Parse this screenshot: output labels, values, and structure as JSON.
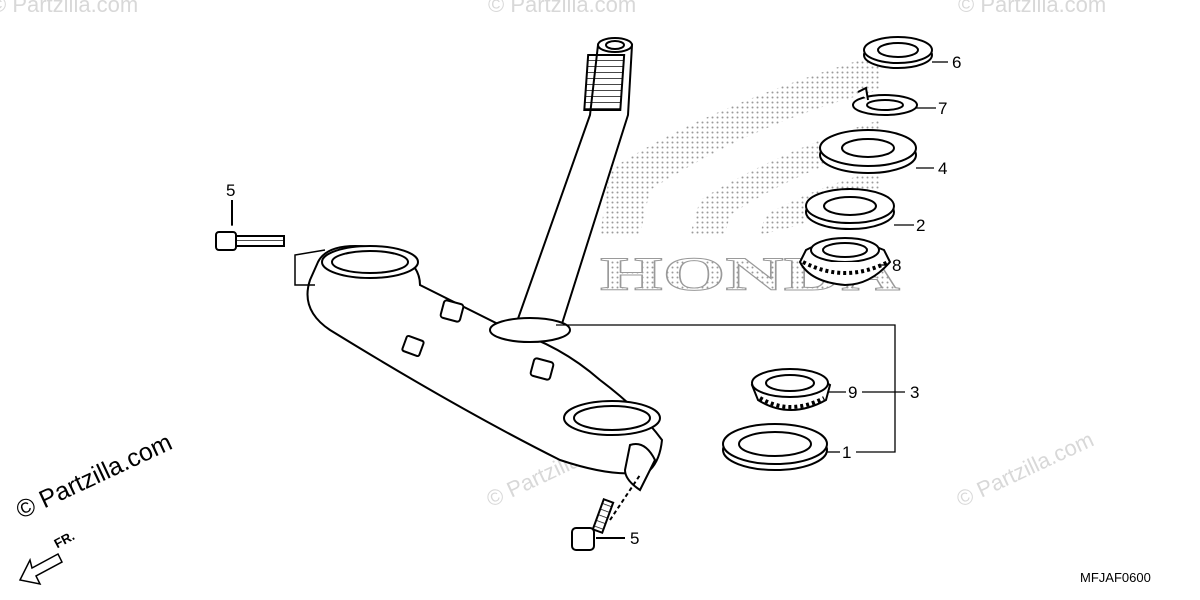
{
  "brand_text": "HONDA",
  "watermarks": {
    "main": "© Partzilla.com",
    "faint": "© Partzilla.com"
  },
  "diagram_code": "MFJAF0600",
  "front_indicator": "FR.",
  "callouts": [
    {
      "label": "1",
      "part": "dust-seal"
    },
    {
      "label": "2",
      "part": "upper-dust-seal"
    },
    {
      "label": "3",
      "part": "bearing-set"
    },
    {
      "label": "4",
      "part": "adjusting-nut"
    },
    {
      "label": "5",
      "part": "bolt-upper"
    },
    {
      "label": "5",
      "part": "bolt-lower"
    },
    {
      "label": "6",
      "part": "lock-nut"
    },
    {
      "label": "7",
      "part": "lock-washer"
    },
    {
      "label": "8",
      "part": "upper-bearing"
    },
    {
      "label": "9",
      "part": "lower-bearing"
    }
  ],
  "colors": {
    "line": "#000000",
    "watermark": "#d8d8d8",
    "logo_dots": "#9a9a9a"
  }
}
